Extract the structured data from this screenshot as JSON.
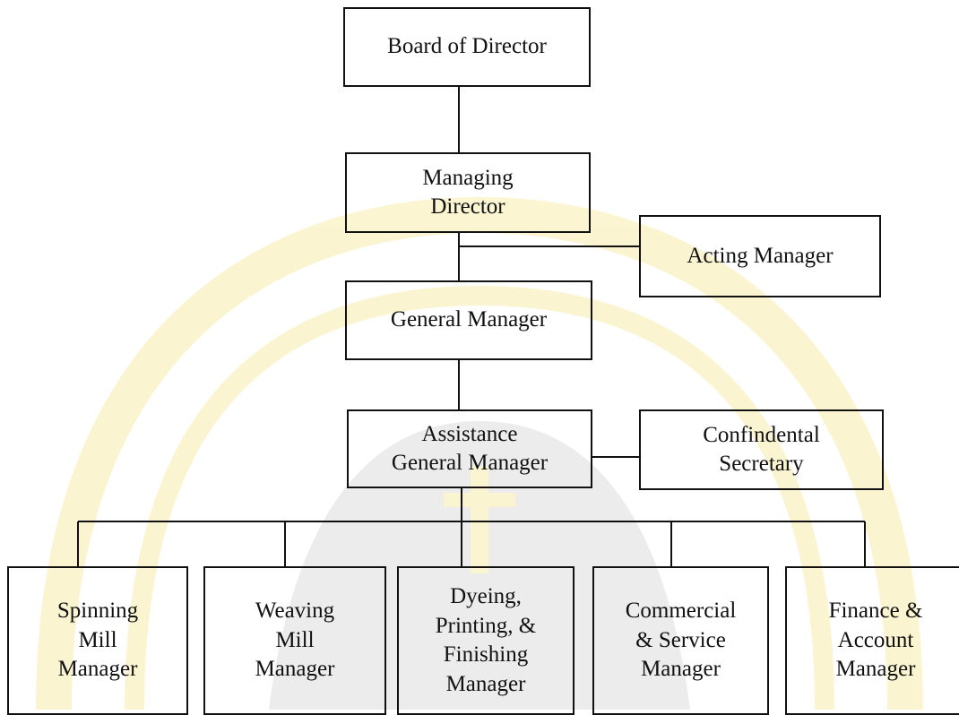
{
  "chart": {
    "board": "Board of Director",
    "managing_director": "Managing\nDirector",
    "acting_manager": "Acting Manager",
    "general_manager": "General Manager",
    "assistant_gm": "Assistance\nGeneral Manager",
    "confidential_secretary": "Confindental\nSecretary",
    "departments": [
      "Spinning\nMill\nManager",
      "Weaving\nMill\nManager",
      "Dyeing,\nPrinting, &\nFinishing\nManager",
      "Commercial\n& Service\nManager",
      "Finance &\nAccount\nManager"
    ]
  },
  "colors": {
    "line": "#111111",
    "watermark": "#f3e27a",
    "watermark_dark": "#9c9c9c"
  }
}
